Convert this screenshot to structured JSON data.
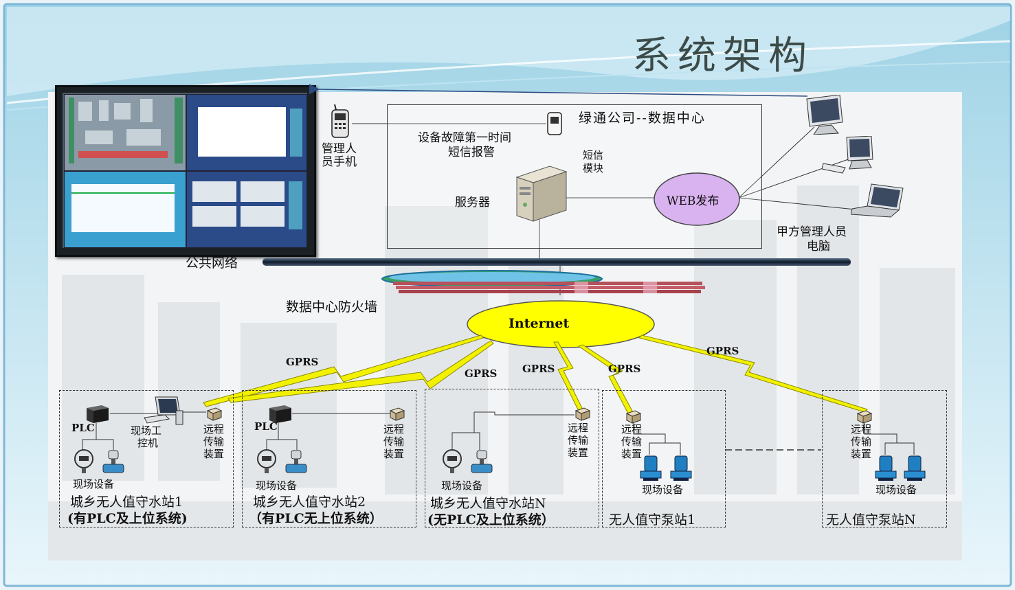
{
  "title": "系统架构",
  "data_center": {
    "title": "绿通公司--数据中心",
    "sms_alarm_line1": "设备故障第一时间",
    "sms_alarm_line2": "短信报警",
    "sms_module_line1": "短信",
    "sms_module_line2": "模块",
    "server": "服务器",
    "web": "WEB发布"
  },
  "manager_phone_line1": "管理人",
  "manager_phone_line2": "员手机",
  "client_pc_line1": "甲方管理人员",
  "client_pc_line2": "电脑",
  "public_network": "公共网络",
  "firewall": "数据中心防火墙",
  "internet": "Internet",
  "gprs": "GPRS",
  "plc": "PLC",
  "ipc_line1": "现场工",
  "ipc_line2": "控机",
  "rtu_line1": "远程",
  "rtu_line2": "传输",
  "rtu_line3": "装置",
  "field_device": "现场设备",
  "stations": [
    {
      "name": "城乡无人值守水站1",
      "note": "(有PLC及上位系统)"
    },
    {
      "name": "城乡无人值守水站2",
      "note": "（有PLC无上位系统）"
    },
    {
      "name": "城乡无人值守水站N",
      "note": "(无PLC及上位系统）"
    },
    {
      "name": "无人值守泵站1",
      "note": ""
    },
    {
      "name": "无人值守泵站N",
      "note": ""
    }
  ],
  "colors": {
    "internet_fill": "#ffff00",
    "web_fill": "#d9b3ef",
    "gprs_bolt": "#e6e600",
    "frame": "#7fb7d6"
  }
}
